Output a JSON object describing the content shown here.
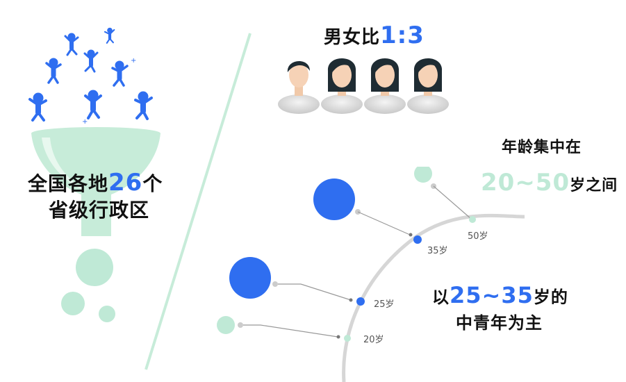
{
  "left": {
    "line1_prefix": "全国各地",
    "line1_number": "26",
    "line1_suffix": "个",
    "line2": "省级行政区"
  },
  "ratio": {
    "prefix": "男女比",
    "value": "1:3",
    "people": [
      {
        "type": "male"
      },
      {
        "type": "female"
      },
      {
        "type": "female"
      },
      {
        "type": "female"
      }
    ]
  },
  "age_focus": {
    "title": "年龄集中在",
    "range": "20~50",
    "suffix": "岁之间"
  },
  "main_group": {
    "prefix": "以",
    "range": "25~35",
    "suffix": "岁的",
    "line2": "中青年为主"
  },
  "age_marks": [
    {
      "label": "50岁",
      "emphasis": "light"
    },
    {
      "label": "35岁",
      "emphasis": "strong"
    },
    {
      "label": "25岁",
      "emphasis": "strong"
    },
    {
      "label": "20岁",
      "emphasis": "light"
    }
  ],
  "colors": {
    "accent_blue": "#2f6ef0",
    "mint": "#bfe9d6",
    "figure_blue": "#2f6ef0",
    "arc_gray": "#d6d6d6"
  }
}
